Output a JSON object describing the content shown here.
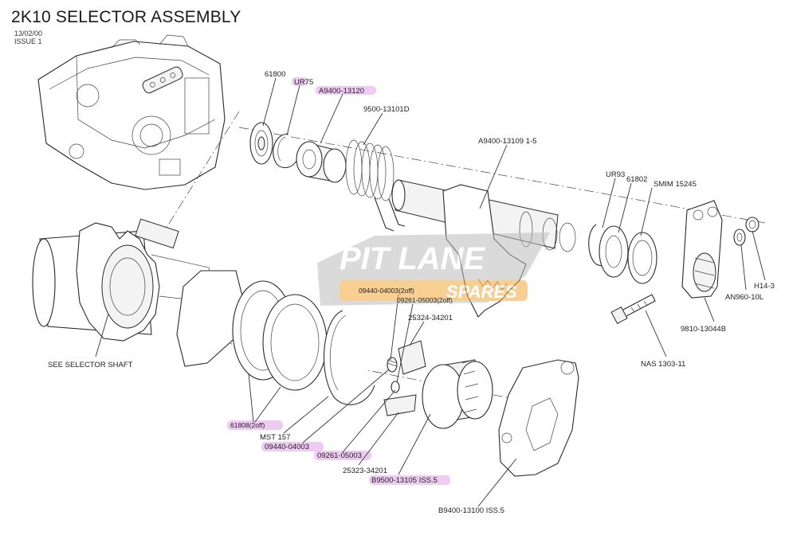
{
  "title": "2K10 SELECTOR ASSEMBLY",
  "date": "13/02/00",
  "issue": "ISSUE 1",
  "watermark": {
    "line1": "PIT LANE",
    "line2": "SPARES"
  },
  "colors": {
    "highlight": "#e9b8ef",
    "watermark_grey": "#9a9a9a",
    "watermark_orange": "#f2a93b"
  },
  "labels": {
    "p61800": "61800",
    "ur75": "UR75",
    "a9400_13120": "A9400-13120",
    "p9500_13101d": "9500-13101D",
    "a9400_13109": "A9400-13109 1-5",
    "ur93": "UR93",
    "p61802": "61802",
    "smim": "SMIM 15245",
    "h14_3": "H14-3",
    "an960": "AN960-10L",
    "p9810": "9810-13044B",
    "nas": "NAS 1303-11",
    "p09440_2off": "09440-04003(2off)",
    "p09261_2off": "09261-05003(2off)",
    "p25324": "25324-34201",
    "see_shaft": "SEE SELECTOR SHAFT",
    "p61808": "61808(2off)",
    "mst": "MST 157",
    "p09440": "09440-04003",
    "p09261": "09261-05003",
    "p25323": "25323-34201",
    "b9500": "B9500-13105 ISS.5",
    "b9400": "B9400-13100 ISS.5"
  }
}
